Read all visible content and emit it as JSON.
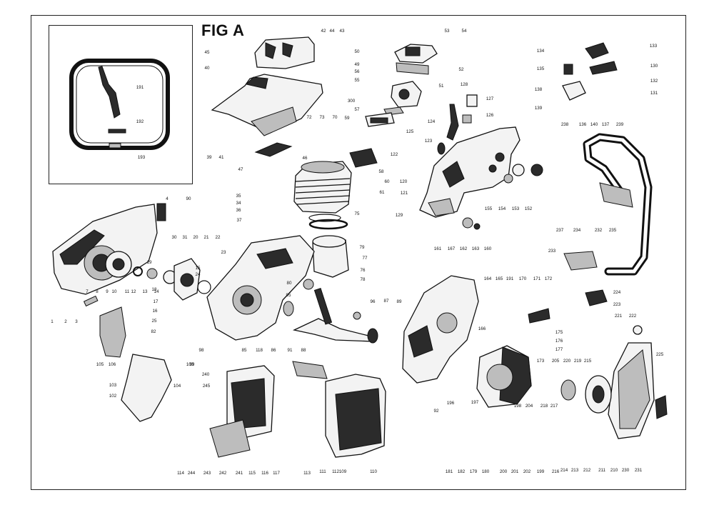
{
  "figure_title": "FIG A",
  "part_numbers": {
    "inset": [
      "191",
      "192",
      "193"
    ],
    "cover": [
      "45",
      "40",
      "42",
      "44",
      "43",
      "39",
      "41"
    ],
    "carburetor": [
      "53",
      "54",
      "50",
      "49",
      "52",
      "56",
      "55",
      "51",
      "300",
      "57",
      "59",
      "128",
      "127",
      "124",
      "126",
      "125",
      "123"
    ],
    "cylinder": [
      "72",
      "73",
      "70",
      "46",
      "58",
      "60",
      "61",
      "47",
      "35",
      "34",
      "36",
      "37",
      "75",
      "79",
      "77",
      "76",
      "78"
    ],
    "tank_handle": [
      "122",
      "120",
      "121",
      "129",
      "155",
      "154",
      "153",
      "152",
      "161",
      "167",
      "162",
      "163",
      "160"
    ],
    "front_handle": [
      "134",
      "133",
      "135",
      "130",
      "132",
      "131",
      "138",
      "139",
      "136",
      "140",
      "137",
      "238",
      "239",
      "237",
      "234",
      "232",
      "235",
      "233"
    ],
    "clutch_side": [
      "4",
      "90",
      "30",
      "31",
      "20",
      "21",
      "22",
      "23",
      "19",
      "15",
      "24",
      "17",
      "16",
      "25",
      "82",
      "18",
      "1",
      "2",
      "3",
      "7",
      "8",
      "9",
      "10",
      "11",
      "12",
      "13",
      "14"
    ],
    "crankcase": [
      "80",
      "95",
      "85",
      "118",
      "86",
      "91",
      "88",
      "96",
      "87",
      "89",
      "99",
      "98",
      "100",
      "101"
    ],
    "guards_muffler": [
      "105",
      "106",
      "103",
      "102",
      "104",
      "240",
      "245",
      "114",
      "244",
      "243",
      "242",
      "241",
      "115",
      "116",
      "117",
      "111",
      "112",
      "113",
      "109",
      "110"
    ],
    "flywheel_side": [
      "164",
      "165",
      "170",
      "171",
      "172",
      "166",
      "191",
      "224",
      "223",
      "221",
      "222",
      "175",
      "176",
      "177",
      "173",
      "205",
      "220",
      "219",
      "215",
      "225",
      "198",
      "204",
      "218",
      "217",
      "197",
      "196",
      "92",
      "181",
      "182",
      "179",
      "180",
      "200",
      "201",
      "202",
      "199",
      "216",
      "214",
      "213",
      "212",
      "211",
      "210",
      "230",
      "231"
    ]
  }
}
